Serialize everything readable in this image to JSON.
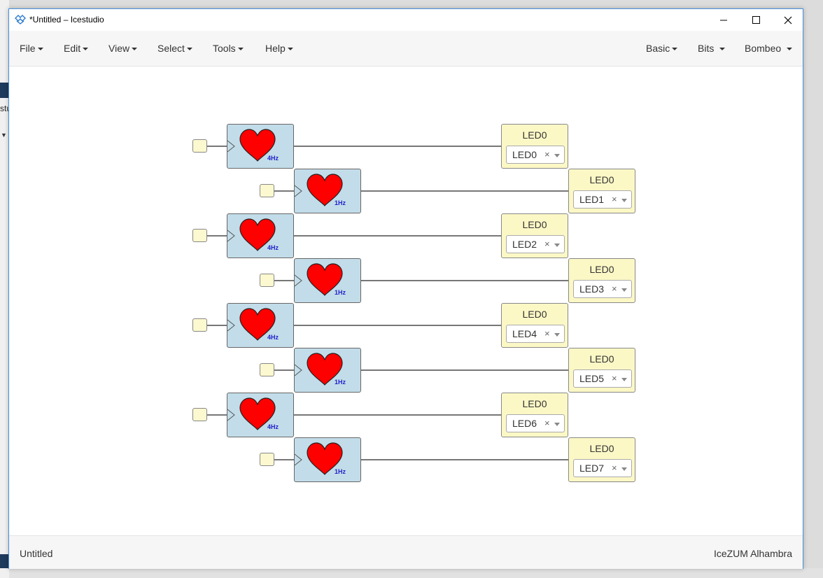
{
  "window": {
    "title": "*Untitled – Icestudio"
  },
  "background": {
    "fragment_text": "stu"
  },
  "menubar": {
    "left": [
      "File",
      "Edit",
      "View",
      "Select",
      "Tools",
      "Help"
    ],
    "right": [
      "Basic",
      "Bits",
      "Bombeo"
    ]
  },
  "footer": {
    "project": "Untitled",
    "board": "IceZUM Alhambra"
  },
  "clocks": [
    "4Hz",
    "1Hz",
    "4Hz",
    "1Hz",
    "4Hz",
    "1Hz",
    "4Hz",
    "1Hz"
  ],
  "leds": [
    {
      "name": "LED0",
      "pin": "LED0"
    },
    {
      "name": "LED0",
      "pin": "LED1"
    },
    {
      "name": "LED0",
      "pin": "LED2"
    },
    {
      "name": "LED0",
      "pin": "LED3"
    },
    {
      "name": "LED0",
      "pin": "LED4"
    },
    {
      "name": "LED0",
      "pin": "LED5"
    },
    {
      "name": "LED0",
      "pin": "LED6"
    },
    {
      "name": "LED0",
      "pin": "LED7"
    }
  ],
  "icons": {
    "app": "icestudio-logo-icon",
    "minimize": "minimize-icon",
    "maximize": "maximize-icon",
    "close": "close-icon",
    "clock": "heart-icon",
    "clear": "×"
  },
  "colors": {
    "clock_block": "#c2dde9",
    "led_block": "#fcf8c6",
    "heart": "#ff0000",
    "freq_label": "#1f1fcc",
    "window_border": "#4a8fd8"
  }
}
